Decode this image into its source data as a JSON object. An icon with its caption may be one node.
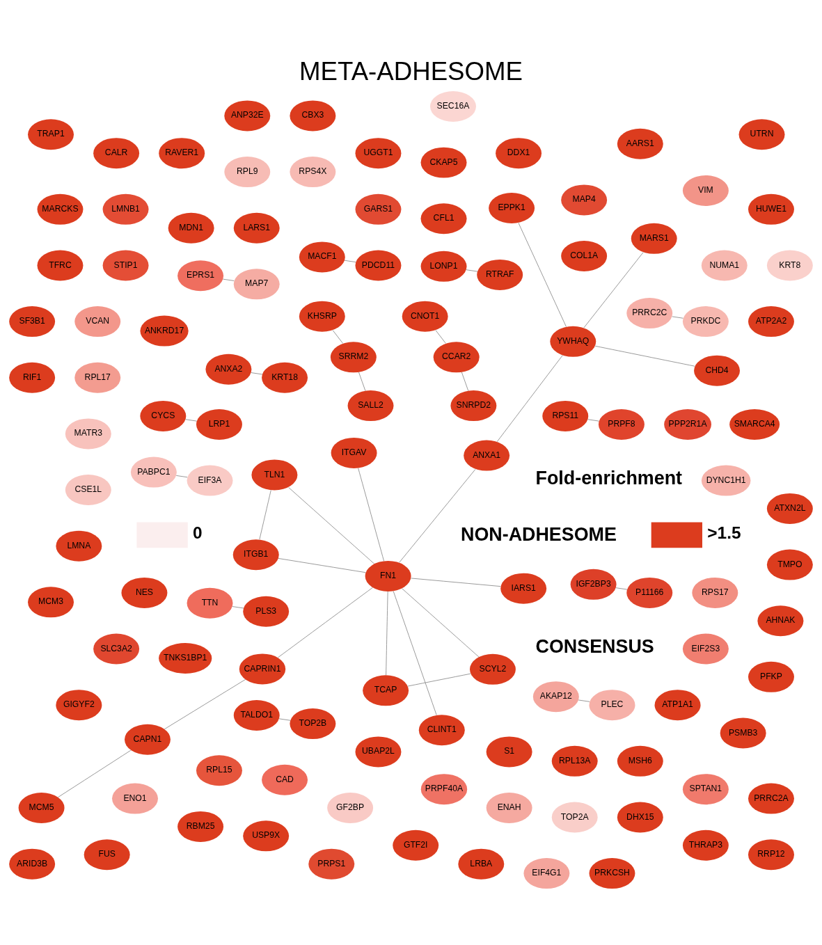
{
  "diagram": {
    "title": "META-ADHESOME",
    "nodes": [
      {
        "text": [
          "COL1A"
        ]
      },
      {
        "text": [
          "ANKRD17"
        ]
      },
      {
        "text": [
          "S1"
        ]
      },
      {
        "text": [
          "LARS1"
        ]
      },
      {
        "text": [
          "MDN1"
        ]
      },
      {
        "text": [
          "NES"
        ]
      },
      {
        "text": [
          "UBAP2L"
        ]
      },
      {
        "text": [
          "RPL13A"
        ]
      },
      {
        "text": [
          "MSH6"
        ]
      },
      {
        "text": [
          "CNOT1"
        ]
      },
      {
        "text": [
          "TNKS1BP1"
        ]
      },
      {
        "text": [
          "ATP1A1"
        ]
      },
      {
        "text": [
          "RPS11"
        ]
      },
      {
        "text": [
          "CFL1"
        ]
      },
      {
        "text": [
          "ANXA2"
        ]
      },
      {
        "text": [
          "KRT18"
        ]
      },
      {
        "text": [
          "IGF2BP3"
        ]
      },
      {
        "text": [
          "P11166"
        ]
      },
      {
        "text": [
          "PPP2R1A"
        ]
      },
      {
        "text": [
          "GARS1"
        ]
      },
      {
        "text": [
          "LMNB1"
        ]
      },
      {
        "text": [
          "STIP1"
        ]
      },
      {
        "text": [
          "RPL15"
        ]
      },
      {
        "text": [
          "MAP4"
        ]
      },
      {
        "text": [
          "SLC3A2"
        ]
      },
      {
        "text": [
          "CAD"
        ]
      },
      {
        "text": [
          "TTN"
        ]
      },
      {
        "text": [
          "EPRS1"
        ]
      },
      {
        "text": [
          "PRPF40A"
        ]
      },
      {
        "text": [
          "SPTAN1"
        ]
      },
      {
        "text": [
          "EIF2S3"
        ]
      },
      {
        "text": [
          "VIM"
        ]
      },
      {
        "text": [
          "RPS17"
        ]
      },
      {
        "text": [
          "VCAN"
        ]
      },
      {
        "text": [
          "RPL17"
        ]
      },
      {
        "text": [
          "ENO1"
        ]
      },
      {
        "text": [
          "AKAP12"
        ]
      },
      {
        "text": [
          "ENAH"
        ]
      },
      {
        "text": [
          "PLEC"
        ]
      },
      {
        "text": [
          "DYNC1H1"
        ]
      },
      {
        "text": [
          "NUMA1"
        ]
      },
      {
        "text": [
          "RPS4X"
        ]
      },
      {
        "text": [
          "RPL9"
        ]
      },
      {
        "text": [
          "MATR3"
        ]
      },
      {
        "text": [
          "CSE1L"
        ]
      },
      {
        "text": [
          "GF2BP"
        ]
      },
      {
        "text": [
          "TOP2A"
        ]
      },
      {
        "text": [
          "DHX15"
        ]
      },
      {
        "text": [
          "CKAP5"
        ]
      },
      {
        "text": [
          "LMNA"
        ]
      },
      {
        "text": [
          "GIGYF2"
        ]
      },
      {
        "text": [
          "PSMB3"
        ]
      },
      {
        "text": [
          "DDX1"
        ]
      },
      {
        "text": [
          "UGGT1"
        ]
      },
      {
        "text": [
          "RAVER1"
        ]
      },
      {
        "text": [
          "CALR"
        ]
      },
      {
        "text": [
          "RBM25"
        ]
      },
      {
        "text": [
          "SMARCA4"
        ]
      },
      {
        "text": [
          "AARS1"
        ]
      },
      {
        "text": [
          "MARCKS"
        ]
      },
      {
        "text": [
          "TFRC"
        ]
      },
      {
        "text": [
          "USP9X"
        ]
      },
      {
        "text": [
          "GTF2I"
        ]
      },
      {
        "text": [
          "THRAP3"
        ]
      },
      {
        "text": [
          "UTRN"
        ]
      },
      {
        "text": [
          "TRAP1"
        ]
      },
      {
        "text": [
          "LONP1"
        ]
      },
      {
        "text": [
          "RTRAF"
        ]
      },
      {
        "text": [
          "YWHAQ"
        ]
      },
      {
        "text": [
          "MARS1"
        ]
      },
      {
        "text": [
          "MACF1"
        ]
      },
      {
        "text": [
          "PDCD11"
        ]
      },
      {
        "text": [
          "MCM3"
        ]
      },
      {
        "text": [
          "RRP12"
        ]
      },
      {
        "text": [
          "PRRC2A"
        ]
      },
      {
        "text": [
          "PFKP"
        ]
      },
      {
        "text": [
          "ATP2A2"
        ]
      },
      {
        "text": [
          "HUWE1"
        ]
      },
      {
        "text": [
          "FUS"
        ]
      },
      {
        "text": [
          "LRBA"
        ]
      },
      {
        "text": [
          "AHNAK"
        ]
      },
      {
        "text": [
          "CBX3"
        ]
      },
      {
        "text": [
          "ANP32E"
        ]
      },
      {
        "text": [
          "CLINT1"
        ]
      },
      {
        "text": [
          "FN1"
        ]
      },
      {
        "text": [
          "IARS1"
        ]
      },
      {
        "text": [
          "TALDO1"
        ]
      },
      {
        "text": [
          "TOP2B"
        ]
      },
      {
        "text": [
          "SF3B1"
        ]
      },
      {
        "text": [
          "CAPN1"
        ]
      },
      {
        "text": [
          "MCM5"
        ]
      },
      {
        "text": [
          "KHSRP"
        ]
      },
      {
        "text": [
          "SRRM2"
        ]
      },
      {
        "text": [
          "CAPRIN1"
        ]
      },
      {
        "text": [
          "SALL2"
        ]
      },
      {
        "text": [
          "TCAP"
        ]
      },
      {
        "text": [
          "CCAR2"
        ]
      },
      {
        "text": [
          "SCYL2"
        ]
      },
      {
        "text": [
          "SNRPD2"
        ]
      },
      {
        "text": [
          "RIF1"
        ]
      },
      {
        "text": [
          "PRPF8"
        ]
      },
      {
        "text": [
          "ITGB1"
        ]
      },
      {
        "text": [
          "TLN1"
        ]
      },
      {
        "text": [
          "ARID3B"
        ]
      },
      {
        "text": [
          "PRPS1"
        ]
      },
      {
        "text": [
          "CHD4"
        ]
      },
      {
        "text": [
          "EIF4G1"
        ]
      },
      {
        "text": [
          "ITGAV"
        ]
      },
      {
        "text": [
          "PLS3"
        ]
      },
      {
        "text": [
          "EPPK1"
        ]
      },
      {
        "text": [
          "MAP7"
        ]
      },
      {
        "text": [
          "PRKCSH"
        ]
      },
      {
        "text": [
          "ANXA1"
        ]
      },
      {
        "text": [
          "PRRC2C"
        ]
      },
      {
        "text": [
          "CYCS"
        ]
      },
      {
        "text": [
          "PRKDC"
        ]
      },
      {
        "text": [
          "LRP1"
        ]
      },
      {
        "text": [
          "PABPC1"
        ]
      },
      {
        "text": [
          "TMPO"
        ]
      },
      {
        "text": [
          "EIF3A"
        ]
      },
      {
        "text": [
          "ATXN2L"
        ]
      },
      {
        "text": [
          "KRT8"
        ]
      },
      {
        "text": [
          "SEC16A"
        ]
      }
    ],
    "edges": [
      {
        "from": 84,
        "to": 93,
        "arrow": "none"
      },
      {
        "from": 84,
        "to": 95,
        "arrow": "none"
      },
      {
        "from": 84,
        "to": 97,
        "arrow": "none"
      },
      {
        "from": 84,
        "to": 101,
        "arrow": "none"
      },
      {
        "from": 84,
        "to": 107,
        "arrow": "none"
      },
      {
        "from": 84,
        "to": 102,
        "arrow": "none"
      },
      {
        "from": 84,
        "to": 112,
        "arrow": "none"
      },
      {
        "from": 84,
        "to": 83,
        "arrow": "none"
      },
      {
        "from": 84,
        "to": 85,
        "arrow": "none"
      },
      {
        "from": 86,
        "to": 87,
        "arrow": "none"
      },
      {
        "from": 71,
        "to": 70,
        "arrow": "none"
      },
      {
        "from": 67,
        "to": 66,
        "arrow": "none"
      },
      {
        "from": 114,
        "to": 116,
        "arrow": "none"
      },
      {
        "from": 38,
        "to": 36,
        "arrow": "none"
      },
      {
        "from": 16,
        "to": 17,
        "arrow": "none"
      },
      {
        "from": 68,
        "to": 69,
        "arrow": "none"
      },
      {
        "from": 68,
        "to": 109,
        "arrow": "none"
      },
      {
        "from": 68,
        "to": 112,
        "arrow": "none"
      },
      {
        "from": 68,
        "to": 105,
        "arrow": "none"
      },
      {
        "from": 92,
        "to": 94,
        "arrow": "none"
      },
      {
        "from": 96,
        "to": 98,
        "arrow": "none"
      },
      {
        "from": 90,
        "to": 89,
        "arrow": "none"
      },
      {
        "from": 89,
        "to": 93,
        "arrow": "none"
      },
      {
        "from": 91,
        "to": 92,
        "arrow": "none"
      },
      {
        "from": 9,
        "to": 96,
        "arrow": "none"
      },
      {
        "from": 97,
        "to": 95,
        "arrow": "none"
      },
      {
        "from": 101,
        "to": 102,
        "arrow": "none"
      },
      {
        "from": 108,
        "to": 26,
        "arrow": "none"
      },
      {
        "from": 110,
        "to": 27,
        "arrow": "none"
      },
      {
        "from": 115,
        "to": 113,
        "arrow": "none"
      },
      {
        "from": 117,
        "to": 119,
        "arrow": "none"
      },
      {
        "from": 12,
        "to": 100,
        "arrow": "none"
      },
      {
        "from": 14,
        "to": 15,
        "arrow": "none"
      }
    ],
    "labels": [
      "NON-ADHESOME",
      "CONSENSUS",
      "Fold-enrichment"
    ],
    "legend": [
      {
        "text": "0",
        "color": "#fbeeee"
      },
      {
        "text": ">1.5",
        "color": "#dc3c1e"
      }
    ]
  }
}
